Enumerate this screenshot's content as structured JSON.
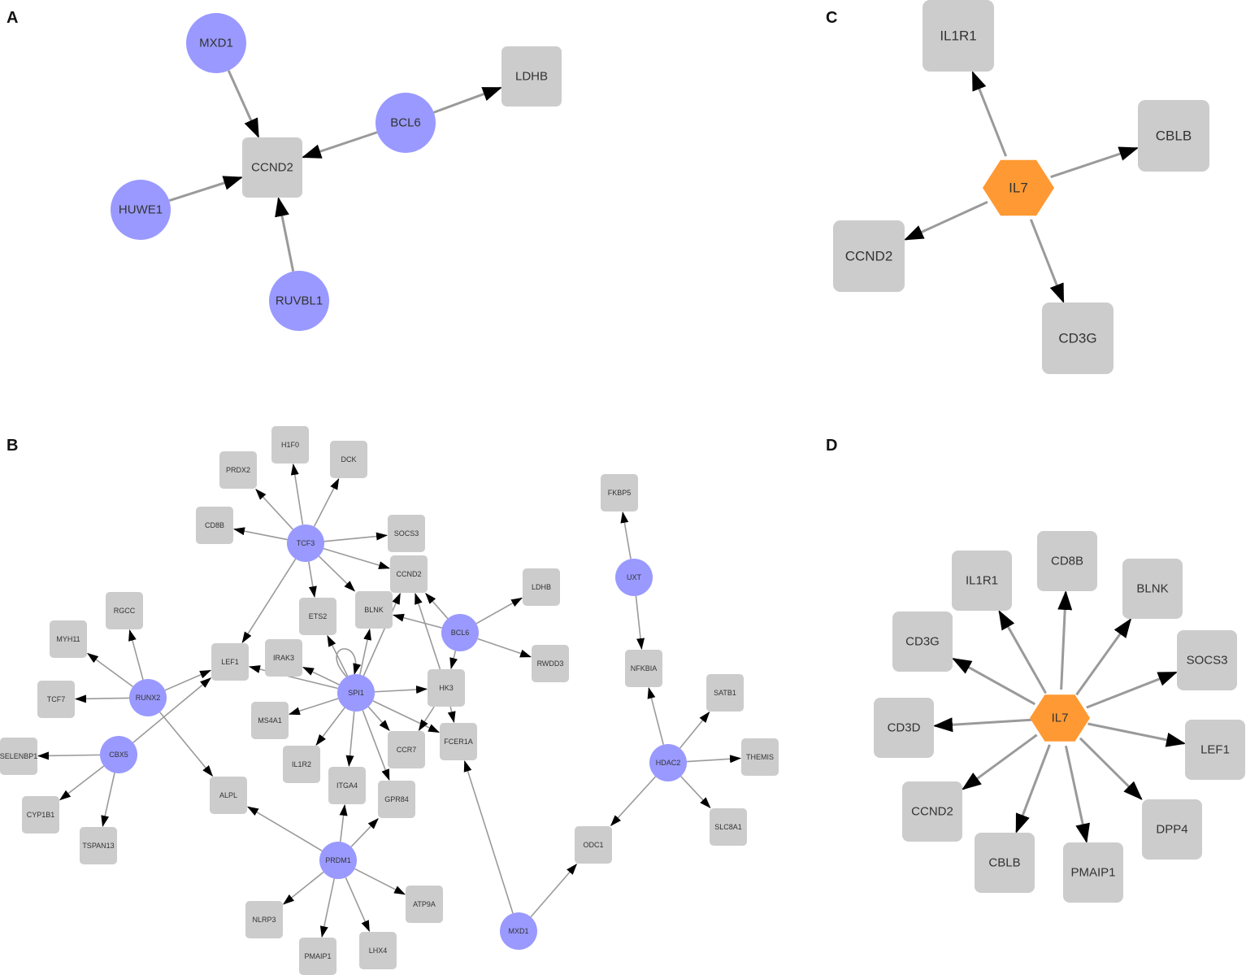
{
  "panels": [
    {
      "label": "A",
      "nodes": [
        {
          "id": "MXD1",
          "type": "tf"
        },
        {
          "id": "CCND2",
          "type": "gene"
        },
        {
          "id": "BCL6",
          "type": "tf"
        },
        {
          "id": "LDHB",
          "type": "gene"
        },
        {
          "id": "HUWE1",
          "type": "tf"
        },
        {
          "id": "RUVBL1",
          "type": "tf"
        }
      ],
      "edges": [
        [
          "MXD1",
          "CCND2"
        ],
        [
          "BCL6",
          "CCND2"
        ],
        [
          "BCL6",
          "LDHB"
        ],
        [
          "HUWE1",
          "CCND2"
        ],
        [
          "RUVBL1",
          "CCND2"
        ]
      ]
    },
    {
      "label": "B",
      "nodes": [
        {
          "id": "TCF3",
          "type": "tf"
        },
        {
          "id": "SPI1",
          "type": "tf"
        },
        {
          "id": "BCL6",
          "type": "tf"
        },
        {
          "id": "RUNX2",
          "type": "tf"
        },
        {
          "id": "CBX5",
          "type": "tf"
        },
        {
          "id": "PRDM1",
          "type": "tf"
        },
        {
          "id": "UXT",
          "type": "tf"
        },
        {
          "id": "HDAC2",
          "type": "tf"
        },
        {
          "id": "MXD1",
          "type": "tf"
        },
        {
          "id": "H1F0",
          "type": "gene"
        },
        {
          "id": "DCK",
          "type": "gene"
        },
        {
          "id": "PRDX2",
          "type": "gene"
        },
        {
          "id": "CD8B",
          "type": "gene"
        },
        {
          "id": "SOCS3",
          "type": "gene"
        },
        {
          "id": "CCND2",
          "type": "gene"
        },
        {
          "id": "LDHB",
          "type": "gene"
        },
        {
          "id": "BLNK",
          "type": "gene"
        },
        {
          "id": "ETS2",
          "type": "gene"
        },
        {
          "id": "RGCC",
          "type": "gene"
        },
        {
          "id": "MYH11",
          "type": "gene"
        },
        {
          "id": "LEF1",
          "type": "gene"
        },
        {
          "id": "IRAK3",
          "type": "gene"
        },
        {
          "id": "RWDD3",
          "type": "gene"
        },
        {
          "id": "TCF7",
          "type": "gene"
        },
        {
          "id": "HK3",
          "type": "gene"
        },
        {
          "id": "MS4A1",
          "type": "gene"
        },
        {
          "id": "FCER1A",
          "type": "gene"
        },
        {
          "id": "CCR7",
          "type": "gene"
        },
        {
          "id": "SELENBP1",
          "type": "gene"
        },
        {
          "id": "IL1R2",
          "type": "gene"
        },
        {
          "id": "ITGA4",
          "type": "gene"
        },
        {
          "id": "GPR84",
          "type": "gene"
        },
        {
          "id": "ALPL",
          "type": "gene"
        },
        {
          "id": "CYP1B1",
          "type": "gene"
        },
        {
          "id": "TSPAN13",
          "type": "gene"
        },
        {
          "id": "ATP9A",
          "type": "gene"
        },
        {
          "id": "NLRP3",
          "type": "gene"
        },
        {
          "id": "PMAIP1",
          "type": "gene"
        },
        {
          "id": "LHX4",
          "type": "gene"
        },
        {
          "id": "FKBP5",
          "type": "gene"
        },
        {
          "id": "NFKBIA",
          "type": "gene"
        },
        {
          "id": "SATB1",
          "type": "gene"
        },
        {
          "id": "THEMIS",
          "type": "gene"
        },
        {
          "id": "SLC8A1",
          "type": "gene"
        },
        {
          "id": "ODC1",
          "type": "gene"
        }
      ],
      "edges": [
        [
          "TCF3",
          "PRDX2"
        ],
        [
          "TCF3",
          "H1F0"
        ],
        [
          "TCF3",
          "DCK"
        ],
        [
          "TCF3",
          "CD8B"
        ],
        [
          "TCF3",
          "SOCS3"
        ],
        [
          "TCF3",
          "CCND2"
        ],
        [
          "TCF3",
          "ETS2"
        ],
        [
          "TCF3",
          "BLNK"
        ],
        [
          "TCF3",
          "LEF1"
        ],
        [
          "BCL6",
          "CCND2"
        ],
        [
          "BCL6",
          "LDHB"
        ],
        [
          "BCL6",
          "BLNK"
        ],
        [
          "BCL6",
          "RWDD3"
        ],
        [
          "BCL6",
          "HK3"
        ],
        [
          "SPI1",
          "SPI1"
        ],
        [
          "SPI1",
          "LEF1"
        ],
        [
          "SPI1",
          "IRAK3"
        ],
        [
          "SPI1",
          "ETS2"
        ],
        [
          "SPI1",
          "BLNK"
        ],
        [
          "SPI1",
          "CCND2"
        ],
        [
          "SPI1",
          "HK3"
        ],
        [
          "SPI1",
          "MS4A1"
        ],
        [
          "SPI1",
          "IL1R2"
        ],
        [
          "SPI1",
          "ITGA4"
        ],
        [
          "SPI1",
          "GPR84"
        ],
        [
          "SPI1",
          "CCR7"
        ],
        [
          "SPI1",
          "FCER1A"
        ],
        [
          "HK3",
          "CCND2"
        ],
        [
          "HK3",
          "CCR7"
        ],
        [
          "HK3",
          "FCER1A"
        ],
        [
          "RUNX2",
          "RGCC"
        ],
        [
          "RUNX2",
          "MYH11"
        ],
        [
          "RUNX2",
          "TCF7"
        ],
        [
          "RUNX2",
          "LEF1"
        ],
        [
          "RUNX2",
          "ALPL"
        ],
        [
          "CBX5",
          "SELENBP1"
        ],
        [
          "CBX5",
          "CYP1B1"
        ],
        [
          "CBX5",
          "TSPAN13"
        ],
        [
          "CBX5",
          "LEF1"
        ],
        [
          "PRDM1",
          "ALPL"
        ],
        [
          "PRDM1",
          "ITGA4"
        ],
        [
          "PRDM1",
          "GPR84"
        ],
        [
          "PRDM1",
          "ATP9A"
        ],
        [
          "PRDM1",
          "NLRP3"
        ],
        [
          "PRDM1",
          "PMAIP1"
        ],
        [
          "PRDM1",
          "LHX4"
        ],
        [
          "UXT",
          "FKBP5"
        ],
        [
          "UXT",
          "NFKBIA"
        ],
        [
          "HDAC2",
          "NFKBIA"
        ],
        [
          "HDAC2",
          "SATB1"
        ],
        [
          "HDAC2",
          "THEMIS"
        ],
        [
          "HDAC2",
          "SLC8A1"
        ],
        [
          "HDAC2",
          "ODC1"
        ],
        [
          "MXD1",
          "ODC1"
        ],
        [
          "MXD1",
          "FCER1A"
        ]
      ]
    },
    {
      "label": "C",
      "nodes": [
        {
          "id": "IL7",
          "type": "cytokine"
        },
        {
          "id": "IL1R1",
          "type": "gene"
        },
        {
          "id": "CBLB",
          "type": "gene"
        },
        {
          "id": "CCND2",
          "type": "gene"
        },
        {
          "id": "CD3G",
          "type": "gene"
        }
      ],
      "edges": [
        [
          "IL7",
          "IL1R1"
        ],
        [
          "IL7",
          "CBLB"
        ],
        [
          "IL7",
          "CCND2"
        ],
        [
          "IL7",
          "CD3G"
        ]
      ]
    },
    {
      "label": "D",
      "nodes": [
        {
          "id": "IL7",
          "type": "cytokine"
        },
        {
          "id": "CD8B",
          "type": "gene"
        },
        {
          "id": "IL1R1",
          "type": "gene"
        },
        {
          "id": "BLNK",
          "type": "gene"
        },
        {
          "id": "CD3G",
          "type": "gene"
        },
        {
          "id": "SOCS3",
          "type": "gene"
        },
        {
          "id": "CD3D",
          "type": "gene"
        },
        {
          "id": "LEF1",
          "type": "gene"
        },
        {
          "id": "CCND2",
          "type": "gene"
        },
        {
          "id": "DPP4",
          "type": "gene"
        },
        {
          "id": "CBLB",
          "type": "gene"
        },
        {
          "id": "PMAIP1",
          "type": "gene"
        }
      ],
      "edges": [
        [
          "IL7",
          "CD8B"
        ],
        [
          "IL7",
          "IL1R1"
        ],
        [
          "IL7",
          "BLNK"
        ],
        [
          "IL7",
          "CD3G"
        ],
        [
          "IL7",
          "SOCS3"
        ],
        [
          "IL7",
          "CD3D"
        ],
        [
          "IL7",
          "LEF1"
        ],
        [
          "IL7",
          "CCND2"
        ],
        [
          "IL7",
          "DPP4"
        ],
        [
          "IL7",
          "CBLB"
        ],
        [
          "IL7",
          "PMAIP1"
        ]
      ]
    }
  ],
  "colors": {
    "tf_node": "#9999ff",
    "gene_node": "#cccccc",
    "cytokine_node": "#ff9933",
    "edge": "#9a9a9a",
    "arrow": "#000000"
  }
}
